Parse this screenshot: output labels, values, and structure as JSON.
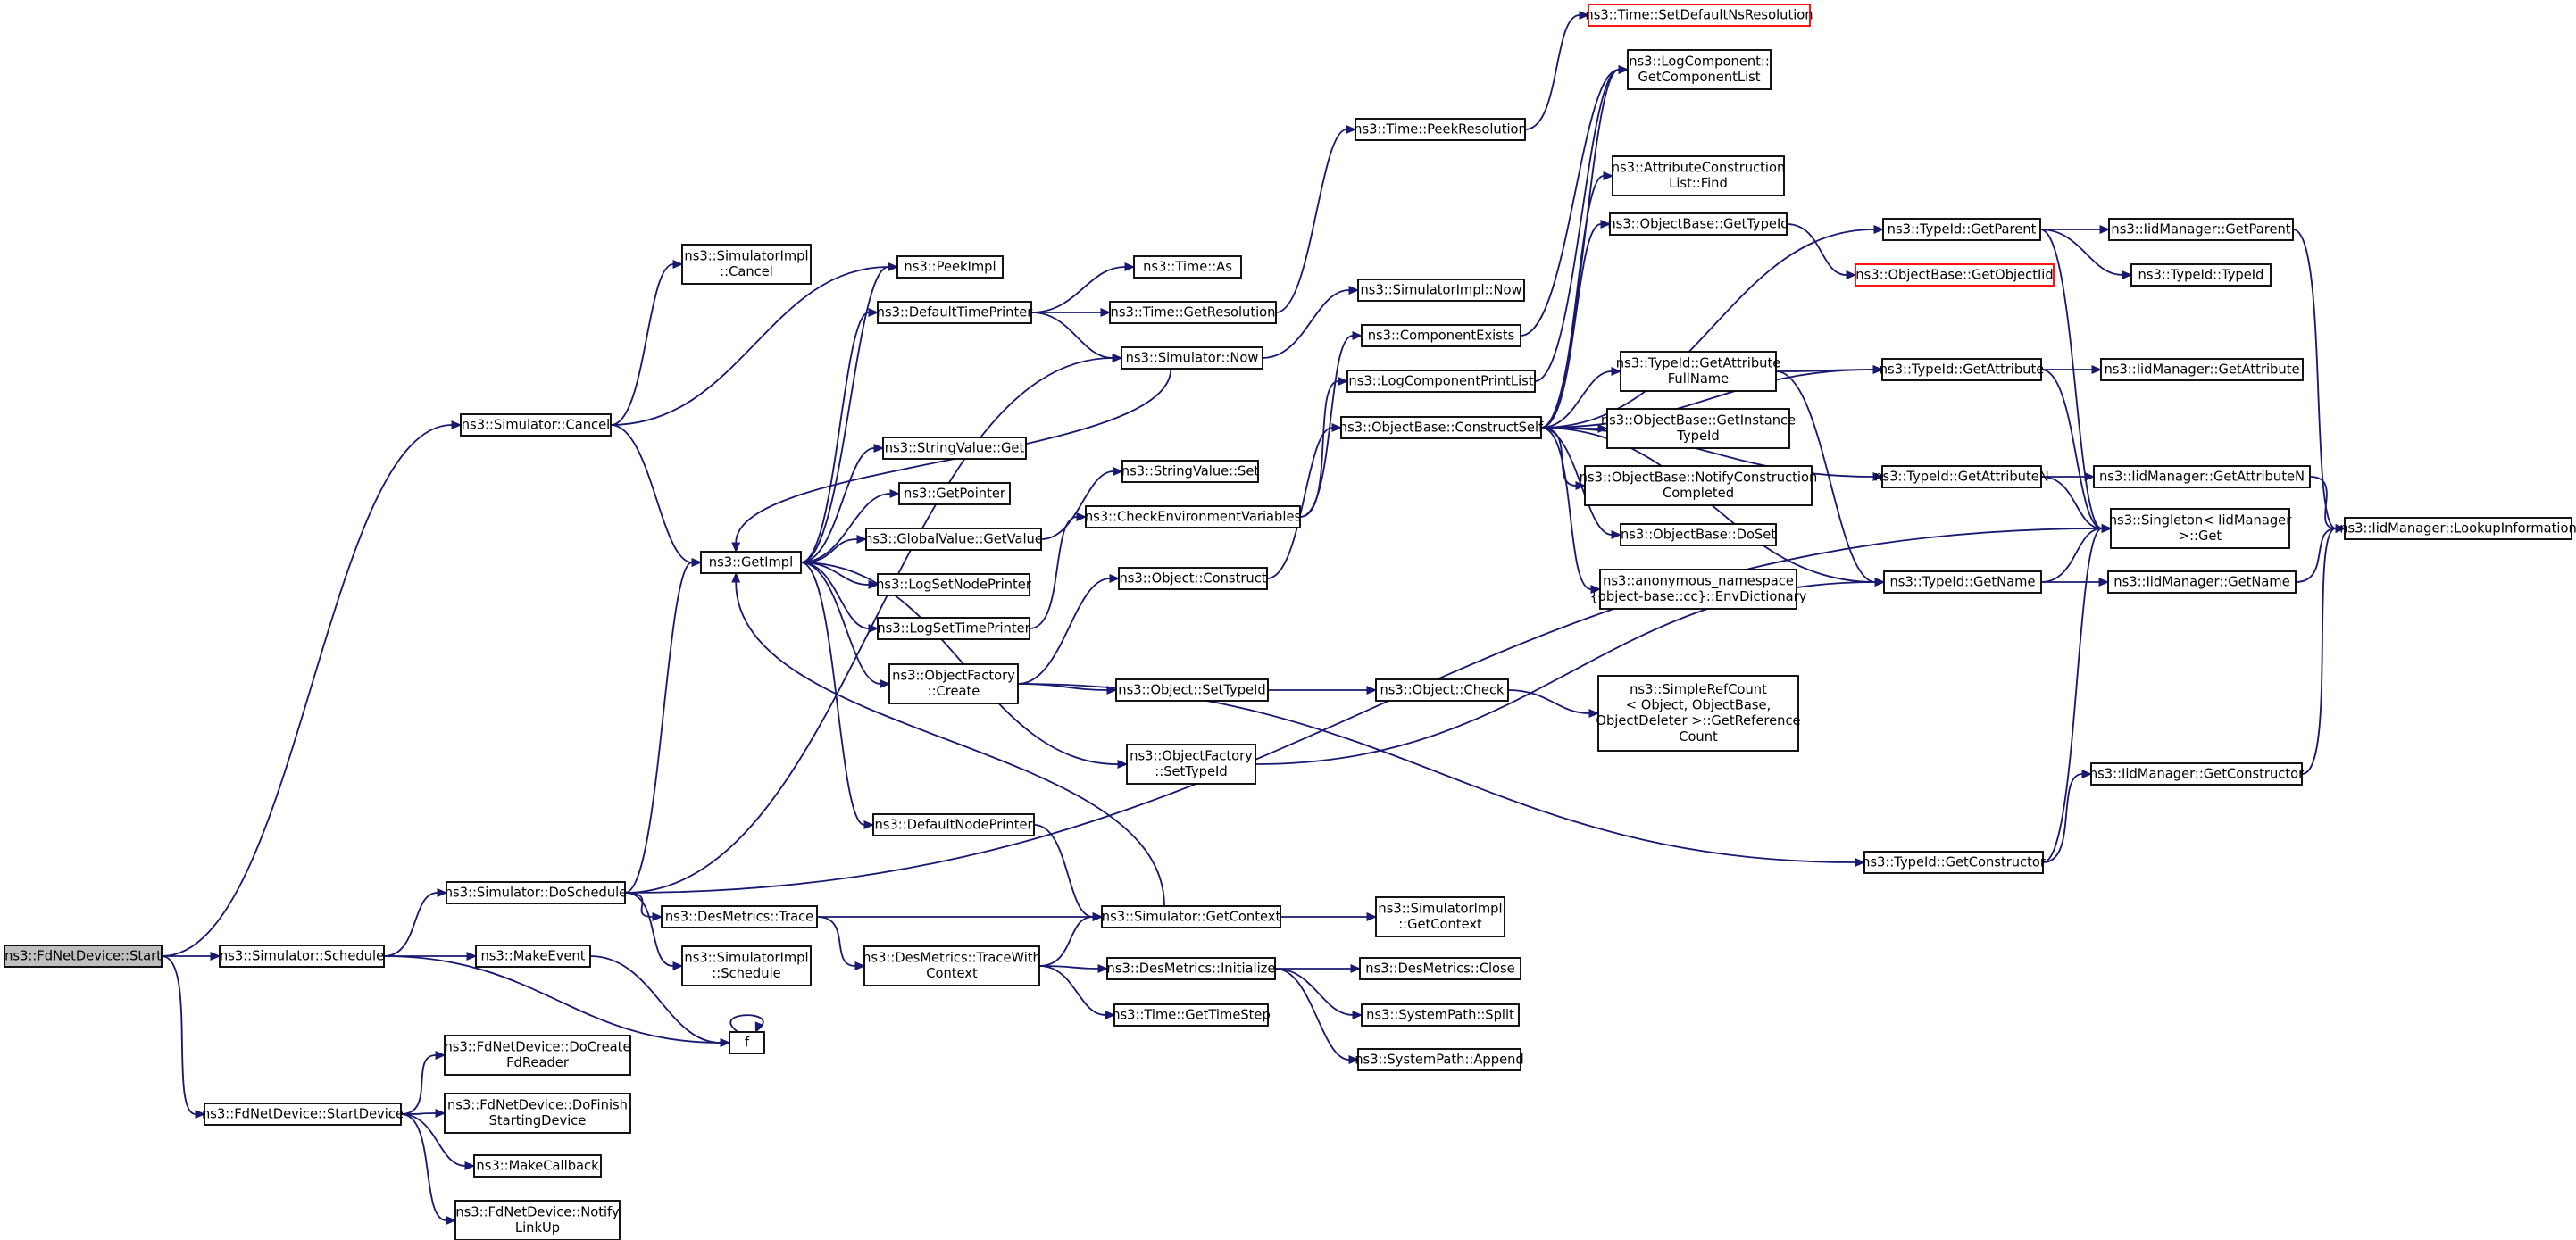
{
  "graph": {
    "nodes": [
      {
        "id": "start",
        "lines": [
          "ns3::FdNetDevice::Start"
        ],
        "style": "root"
      },
      {
        "id": "sim_cancel",
        "lines": [
          "ns3::Simulator::Cancel"
        ]
      },
      {
        "id": "sim_schedule",
        "lines": [
          "ns3::Simulator::Schedule"
        ]
      },
      {
        "id": "start_device",
        "lines": [
          "ns3::FdNetDevice::StartDevice"
        ]
      },
      {
        "id": "simimpl_cancel",
        "lines": [
          "ns3::SimulatorImpl",
          "::Cancel"
        ]
      },
      {
        "id": "peekimpl",
        "lines": [
          "ns3::PeekImpl"
        ]
      },
      {
        "id": "getimpl",
        "lines": [
          "ns3::GetImpl"
        ]
      },
      {
        "id": "doschedule",
        "lines": [
          "ns3::Simulator::DoSchedule"
        ]
      },
      {
        "id": "makeevent",
        "lines": [
          "ns3::MakeEvent"
        ]
      },
      {
        "id": "f",
        "lines": [
          "f"
        ]
      },
      {
        "id": "docreate",
        "lines": [
          "ns3::FdNetDevice::DoCreate",
          "FdReader"
        ]
      },
      {
        "id": "dofinish",
        "lines": [
          "ns3::FdNetDevice::DoFinish",
          "StartingDevice"
        ]
      },
      {
        "id": "makecallback",
        "lines": [
          "ns3::MakeCallback"
        ]
      },
      {
        "id": "notifylinkup",
        "lines": [
          "ns3::FdNetDevice::Notify",
          "LinkUp"
        ]
      },
      {
        "id": "defaulttimeprinter",
        "lines": [
          "ns3::DefaultTimePrinter"
        ]
      },
      {
        "id": "stringvalue_get",
        "lines": [
          "ns3::StringValue::Get"
        ]
      },
      {
        "id": "getpointer",
        "lines": [
          "ns3::GetPointer"
        ]
      },
      {
        "id": "globalvalue_getvalue",
        "lines": [
          "ns3::GlobalValue::GetValue"
        ]
      },
      {
        "id": "logsetnodeprinter",
        "lines": [
          "ns3::LogSetNodePrinter"
        ]
      },
      {
        "id": "logsettimeprinter",
        "lines": [
          "ns3::LogSetTimePrinter"
        ]
      },
      {
        "id": "objectfactory_create",
        "lines": [
          "ns3::ObjectFactory",
          "::Create"
        ]
      },
      {
        "id": "defaultnodeprinter",
        "lines": [
          "ns3::DefaultNodePrinter"
        ]
      },
      {
        "id": "desmetrics_trace",
        "lines": [
          "ns3::DesMetrics::Trace"
        ]
      },
      {
        "id": "simimpl_schedule",
        "lines": [
          "ns3::SimulatorImpl",
          "::Schedule"
        ]
      },
      {
        "id": "tracewithcontext",
        "lines": [
          "ns3::DesMetrics::TraceWith",
          "Context"
        ]
      },
      {
        "id": "time_as",
        "lines": [
          "ns3::Time::As"
        ]
      },
      {
        "id": "time_getresolution",
        "lines": [
          "ns3::Time::GetResolution"
        ]
      },
      {
        "id": "simulator_now",
        "lines": [
          "ns3::Simulator::Now"
        ]
      },
      {
        "id": "stringvalue_set",
        "lines": [
          "ns3::StringValue::Set"
        ]
      },
      {
        "id": "checkenvvars",
        "lines": [
          "ns3::CheckEnvironmentVariables"
        ]
      },
      {
        "id": "object_construct",
        "lines": [
          "ns3::Object::Construct"
        ]
      },
      {
        "id": "object_settypeid",
        "lines": [
          "ns3::Object::SetTypeId"
        ]
      },
      {
        "id": "objectfactory_settypeid",
        "lines": [
          "ns3::ObjectFactory",
          "::SetTypeId"
        ]
      },
      {
        "id": "sim_getcontext",
        "lines": [
          "ns3::Simulator::GetContext"
        ]
      },
      {
        "id": "desmetrics_initialize",
        "lines": [
          "ns3::DesMetrics::Initialize"
        ]
      },
      {
        "id": "time_gettimestep",
        "lines": [
          "ns3::Time::GetTimeStep"
        ]
      },
      {
        "id": "time_peekresolution",
        "lines": [
          "ns3::Time::PeekResolution"
        ]
      },
      {
        "id": "simimpl_now",
        "lines": [
          "ns3::SimulatorImpl::Now"
        ]
      },
      {
        "id": "componentexists",
        "lines": [
          "ns3::ComponentExists"
        ]
      },
      {
        "id": "logcomponentprintlist",
        "lines": [
          "ns3::LogComponentPrintList"
        ]
      },
      {
        "id": "constructself",
        "lines": [
          "ns3::ObjectBase::ConstructSelf"
        ]
      },
      {
        "id": "object_check",
        "lines": [
          "ns3::Object::Check"
        ]
      },
      {
        "id": "simimpl_getcontext",
        "lines": [
          "ns3::SimulatorImpl",
          "::GetContext"
        ]
      },
      {
        "id": "desmetrics_close",
        "lines": [
          "ns3::DesMetrics::Close"
        ]
      },
      {
        "id": "systempath_split",
        "lines": [
          "ns3::SystemPath::Split"
        ]
      },
      {
        "id": "systempath_append",
        "lines": [
          "ns3::SystemPath::Append"
        ]
      },
      {
        "id": "setdefaultnsres",
        "lines": [
          "ns3::Time::SetDefaultNsResolution"
        ],
        "style": "red"
      },
      {
        "id": "getcomponentlist",
        "lines": [
          "ns3::LogComponent::",
          "GetComponentList"
        ]
      },
      {
        "id": "attrconstructionlist_find",
        "lines": [
          "ns3::AttributeConstruction",
          "List::Find"
        ]
      },
      {
        "id": "objectbase_gettypeid",
        "lines": [
          "ns3::ObjectBase::GetTypeId"
        ]
      },
      {
        "id": "typeid_getattributefullname",
        "lines": [
          "ns3::TypeId::GetAttribute",
          "FullName"
        ]
      },
      {
        "id": "objectbase_getinstancetypeid",
        "lines": [
          "ns3::ObjectBase::GetInstance",
          "TypeId"
        ]
      },
      {
        "id": "notifyconstructioncompleted",
        "lines": [
          "ns3::ObjectBase::NotifyConstruction",
          "Completed"
        ]
      },
      {
        "id": "objectbase_doset",
        "lines": [
          "ns3::ObjectBase::DoSet"
        ]
      },
      {
        "id": "envdictionary",
        "lines": [
          "ns3::anonymous_namespace",
          "{object-base::cc}::EnvDictionary"
        ]
      },
      {
        "id": "simplerefcount",
        "lines": [
          "ns3::SimpleRefCount",
          "< Object, ObjectBase,",
          "ObjectDeleter >::GetReference",
          "Count"
        ]
      },
      {
        "id": "typeid_getparent",
        "lines": [
          "ns3::TypeId::GetParent"
        ]
      },
      {
        "id": "getobjectiid",
        "lines": [
          "ns3::ObjectBase::GetObjectIid"
        ],
        "style": "red"
      },
      {
        "id": "typeid_getattribute",
        "lines": [
          "ns3::TypeId::GetAttribute"
        ]
      },
      {
        "id": "typeid_getattributen",
        "lines": [
          "ns3::TypeId::GetAttributeN"
        ]
      },
      {
        "id": "typeid_getname",
        "lines": [
          "ns3::TypeId::GetName"
        ]
      },
      {
        "id": "typeid_getconstructor",
        "lines": [
          "ns3::TypeId::GetConstructor"
        ]
      },
      {
        "id": "iidmanager_getparent",
        "lines": [
          "ns3::IidManager::GetParent"
        ]
      },
      {
        "id": "typeid_typeid",
        "lines": [
          "ns3::TypeId::TypeId"
        ]
      },
      {
        "id": "iidmanager_getattribute",
        "lines": [
          "ns3::IidManager::GetAttribute"
        ]
      },
      {
        "id": "iidmanager_getattributen",
        "lines": [
          "ns3::IidManager::GetAttributeN"
        ]
      },
      {
        "id": "singleton_get",
        "lines": [
          "ns3::Singleton< IidManager",
          ">::Get"
        ]
      },
      {
        "id": "iidmanager_getname",
        "lines": [
          "ns3::IidManager::GetName"
        ]
      },
      {
        "id": "iidmanager_getconstructor",
        "lines": [
          "ns3::IidManager::GetConstructor"
        ]
      },
      {
        "id": "iidmanager_lookupinformation",
        "lines": [
          "ns3::IidManager::LookupInformation"
        ]
      }
    ],
    "edges": [
      [
        "start",
        "sim_cancel"
      ],
      [
        "start",
        "sim_schedule"
      ],
      [
        "start",
        "start_device"
      ],
      [
        "sim_cancel",
        "simimpl_cancel"
      ],
      [
        "sim_cancel",
        "peekimpl"
      ],
      [
        "sim_cancel",
        "getimpl"
      ],
      [
        "sim_schedule",
        "doschedule"
      ],
      [
        "sim_schedule",
        "makeevent"
      ],
      [
        "sim_schedule",
        "f"
      ],
      [
        "start_device",
        "docreate"
      ],
      [
        "start_device",
        "dofinish"
      ],
      [
        "start_device",
        "makecallback"
      ],
      [
        "start_device",
        "notifylinkup"
      ],
      [
        "getimpl",
        "peekimpl"
      ],
      [
        "getimpl",
        "defaulttimeprinter"
      ],
      [
        "getimpl",
        "stringvalue_get"
      ],
      [
        "getimpl",
        "getpointer"
      ],
      [
        "getimpl",
        "globalvalue_getvalue"
      ],
      [
        "getimpl",
        "logsetnodeprinter"
      ],
      [
        "getimpl",
        "logsettimeprinter"
      ],
      [
        "getimpl",
        "objectfactory_create"
      ],
      [
        "getimpl",
        "defaultnodeprinter"
      ],
      [
        "getimpl",
        "objectfactory_settypeid"
      ],
      [
        "doschedule",
        "getimpl"
      ],
      [
        "doschedule",
        "simulator_now"
      ],
      [
        "doschedule",
        "desmetrics_trace"
      ],
      [
        "doschedule",
        "simimpl_schedule"
      ],
      [
        "doschedule",
        "singleton_get"
      ],
      [
        "makeevent",
        "f"
      ],
      [
        "f",
        "f"
      ],
      [
        "defaulttimeprinter",
        "time_as"
      ],
      [
        "defaulttimeprinter",
        "time_getresolution"
      ],
      [
        "defaulttimeprinter",
        "simulator_now"
      ],
      [
        "globalvalue_getvalue",
        "stringvalue_set"
      ],
      [
        "logsettimeprinter",
        "checkenvvars"
      ],
      [
        "objectfactory_create",
        "object_construct"
      ],
      [
        "objectfactory_create",
        "object_settypeid"
      ],
      [
        "objectfactory_create",
        "typeid_getconstructor"
      ],
      [
        "defaultnodeprinter",
        "sim_getcontext"
      ],
      [
        "sim_getcontext",
        "getimpl"
      ],
      [
        "sim_getcontext",
        "simimpl_getcontext"
      ],
      [
        "desmetrics_trace",
        "sim_getcontext"
      ],
      [
        "desmetrics_trace",
        "tracewithcontext"
      ],
      [
        "tracewithcontext",
        "sim_getcontext"
      ],
      [
        "tracewithcontext",
        "desmetrics_initialize"
      ],
      [
        "tracewithcontext",
        "time_gettimestep"
      ],
      [
        "time_getresolution",
        "time_peekresolution"
      ],
      [
        "time_peekresolution",
        "setdefaultnsres"
      ],
      [
        "simulator_now",
        "getimpl"
      ],
      [
        "simulator_now",
        "simimpl_now"
      ],
      [
        "checkenvvars",
        "componentexists"
      ],
      [
        "checkenvvars",
        "logcomponentprintlist"
      ],
      [
        "componentexists",
        "getcomponentlist"
      ],
      [
        "logcomponentprintlist",
        "getcomponentlist"
      ],
      [
        "object_construct",
        "constructself"
      ],
      [
        "object_settypeid",
        "object_check"
      ],
      [
        "object_check",
        "simplerefcount"
      ],
      [
        "objectfactory_settypeid",
        "typeid_getname"
      ],
      [
        "desmetrics_initialize",
        "desmetrics_close"
      ],
      [
        "desmetrics_initialize",
        "systempath_split"
      ],
      [
        "desmetrics_initialize",
        "systempath_append"
      ],
      [
        "constructself",
        "getcomponentlist"
      ],
      [
        "constructself",
        "attrconstructionlist_find"
      ],
      [
        "constructself",
        "objectbase_gettypeid"
      ],
      [
        "constructself",
        "typeid_getattributefullname"
      ],
      [
        "constructself",
        "objectbase_getinstancetypeid"
      ],
      [
        "constructself",
        "notifyconstructioncompleted"
      ],
      [
        "constructself",
        "objectbase_doset"
      ],
      [
        "constructself",
        "envdictionary"
      ],
      [
        "constructself",
        "typeid_getparent"
      ],
      [
        "constructself",
        "typeid_getattribute"
      ],
      [
        "constructself",
        "typeid_getattributen"
      ],
      [
        "constructself",
        "typeid_getname"
      ],
      [
        "objectbase_gettypeid",
        "getobjectiid"
      ],
      [
        "typeid_getattributefullname",
        "typeid_getattribute"
      ],
      [
        "typeid_getattributefullname",
        "typeid_getname"
      ],
      [
        "typeid_getparent",
        "iidmanager_getparent"
      ],
      [
        "typeid_getparent",
        "typeid_typeid"
      ],
      [
        "typeid_getparent",
        "singleton_get"
      ],
      [
        "typeid_getattribute",
        "iidmanager_getattribute"
      ],
      [
        "typeid_getattribute",
        "singleton_get"
      ],
      [
        "typeid_getattributen",
        "iidmanager_getattributen"
      ],
      [
        "typeid_getattributen",
        "singleton_get"
      ],
      [
        "typeid_getname",
        "singleton_get"
      ],
      [
        "typeid_getname",
        "iidmanager_getname"
      ],
      [
        "typeid_getconstructor",
        "singleton_get"
      ],
      [
        "typeid_getconstructor",
        "iidmanager_getconstructor"
      ],
      [
        "iidmanager_getparent",
        "iidmanager_lookupinformation"
      ],
      [
        "iidmanager_getattributen",
        "iidmanager_lookupinformation"
      ],
      [
        "iidmanager_getname",
        "iidmanager_lookupinformation"
      ],
      [
        "iidmanager_getconstructor",
        "iidmanager_lookupinformation"
      ]
    ]
  },
  "colors": {
    "edge": "#191970",
    "root_fill": "#bfbfbf",
    "border": "#000000",
    "highlight_border": "#ff0000"
  }
}
